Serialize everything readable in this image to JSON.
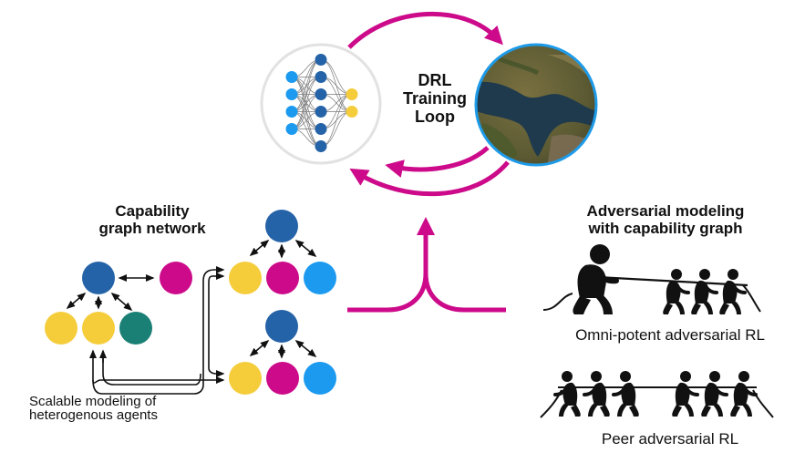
{
  "colors": {
    "magenta": "#cc0a8a",
    "dark_blue": "#2563a8",
    "light_blue": "#1b9af0",
    "yellow": "#f5cd3b",
    "teal": "#1a7f74",
    "ring_gray": "#e2e2e2",
    "env_border": "#1e9be8",
    "black": "#111111"
  },
  "training_loop": {
    "title_lines": [
      "DRL",
      "Training",
      "Loop"
    ],
    "policy_network": {
      "layers": [
        4,
        6,
        2
      ],
      "layer_colors": [
        "light_blue",
        "dark_blue",
        "yellow"
      ]
    },
    "environment_icon": "terrain-satellite-globe"
  },
  "capability_graph": {
    "title_lines": [
      "Capability",
      "graph network"
    ],
    "caption_lines": [
      "Scalable modeling of",
      "heterogenous agents"
    ],
    "source_graph": {
      "root": "dark_blue",
      "peer": "magenta",
      "children": [
        "yellow",
        "yellow",
        "teal"
      ]
    },
    "instance_graphs": [
      {
        "root": "dark_blue",
        "children": [
          "yellow",
          "magenta",
          "light_blue"
        ]
      },
      {
        "root": "dark_blue",
        "children": [
          "yellow",
          "magenta",
          "light_blue"
        ]
      }
    ]
  },
  "adversarial": {
    "title_lines": [
      "Adversarial modeling",
      "with capability graph"
    ],
    "omni_potent": {
      "label": "Omni-potent adversarial RL",
      "large_figures": 1,
      "small_figures": 3
    },
    "peer": {
      "label": "Peer adversarial RL",
      "left_team": 3,
      "right_team": 3
    }
  }
}
